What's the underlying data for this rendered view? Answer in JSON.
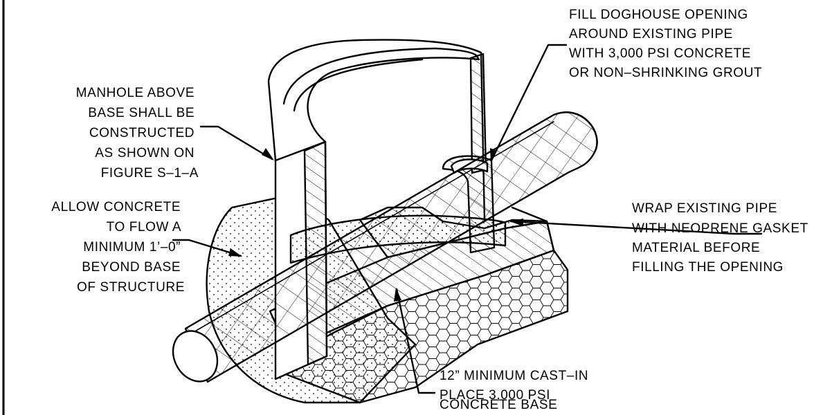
{
  "labels": {
    "manhole": [
      "MANHOLE ABOVE",
      "BASE SHALL BE",
      "CONSTRUCTED",
      "AS SHOWN ON",
      "FIGURE S–1–A"
    ],
    "allow_concrete": [
      "ALLOW CONCRETE",
      "TO FLOW A",
      "MINIMUM 1’–0”",
      "BEYOND BASE",
      "OF STRUCTURE"
    ],
    "fill_doghouse": [
      "FILL DOGHOUSE OPENING",
      "AROUND EXISTING PIPE",
      "WITH 3,000 PSI CONCRETE",
      "OR NON–SHRINKING GROUT"
    ],
    "wrap_pipe": [
      "WRAP EXISTING PIPE",
      "WITH NEOPRENE GASKET",
      "MATERIAL BEFORE",
      "FILLING THE OPENING"
    ],
    "concrete_base": [
      "12” MINIMUM CAST–IN",
      "PLACE 3,000 PSI",
      "CONCRETE BASE"
    ]
  },
  "colors": {
    "line": "#000000",
    "background": "#ffffff"
  }
}
